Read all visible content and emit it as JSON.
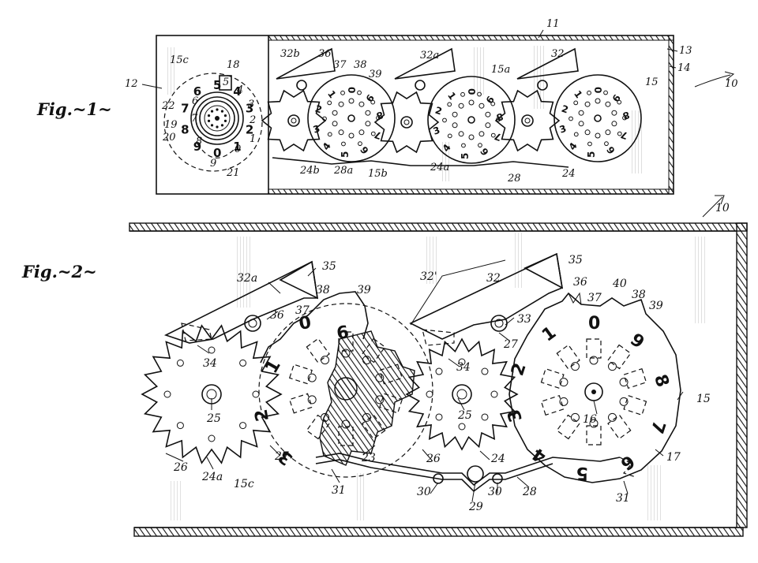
{
  "figures": {
    "fig1": {
      "title": "Fig.~1~"
    },
    "fig2": {
      "title": "Fig.~2~"
    }
  },
  "fig1_labels": [
    "11",
    "12",
    "13",
    "14",
    "10",
    "15c",
    "18",
    "5",
    "22",
    "6",
    "4",
    "3",
    "2",
    "19",
    "7",
    "20",
    "8",
    "9",
    "0",
    "1",
    "21",
    "32b",
    "36",
    "37",
    "38",
    "39",
    "32a",
    "15a",
    "32",
    "15",
    "24b",
    "28a",
    "15b",
    "24a",
    "28",
    "24"
  ],
  "fig1_dial_digits": [
    "5",
    "4",
    "3",
    "2",
    "1",
    "0",
    "9",
    "8",
    "7",
    "6"
  ],
  "fig1_wheel_digits": [
    "0",
    "9",
    "8",
    "7",
    "6",
    "5",
    "4",
    "3",
    "2",
    "1"
  ],
  "fig2_labels": [
    "10",
    "32a",
    "35",
    "38",
    "39",
    "36",
    "37",
    "34",
    "25",
    "26",
    "24a",
    "27",
    "15c",
    "31",
    "23",
    "32'",
    "32",
    "35",
    "36",
    "37",
    "40",
    "38",
    "39",
    "33",
    "27",
    "34",
    "25",
    "16",
    "15",
    "17",
    "26",
    "24",
    "28",
    "29",
    "30",
    "30",
    "31"
  ],
  "fig2_wheel_digits": [
    "0",
    "9",
    "8",
    "7",
    "6",
    "5",
    "4",
    "3",
    "2",
    "1"
  ],
  "colors": {
    "ink": "#111111",
    "paper": "#ffffff",
    "hatch": "#555555"
  }
}
